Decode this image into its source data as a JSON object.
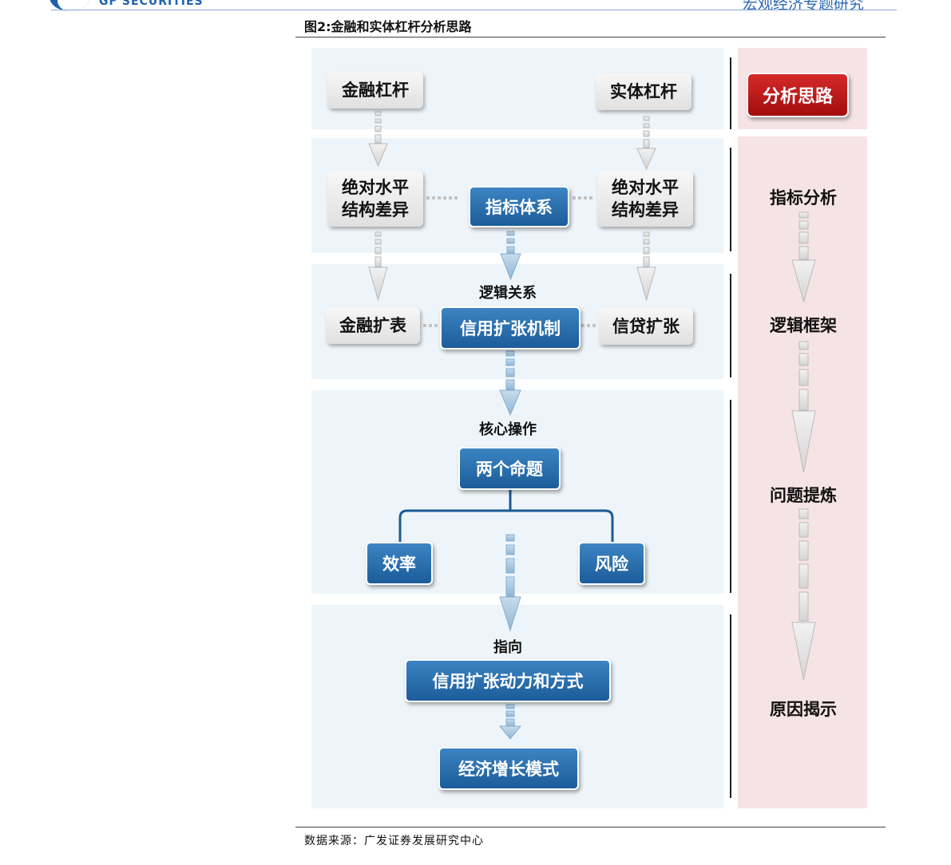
{
  "header": {
    "logo_text": "GF SECURITIES",
    "report_type": "宏观经济专题研究"
  },
  "figure": {
    "title": "图2:金融和实体杠杆分析思路",
    "source": "数据来源：广发证券发展研究中心"
  },
  "diagram": {
    "top_left": "金融杠杆",
    "top_right": "实体杠杆",
    "abs_left_line1": "绝对水平",
    "abs_left_line2": "结构差异",
    "abs_right_line1": "绝对水平",
    "abs_right_line2": "结构差异",
    "indicator_system": "指标体系",
    "logic_label": "逻辑关系",
    "fin_expansion": "金融扩表",
    "credit_mechanism": "信用扩张机制",
    "credit_growth": "信贷扩张",
    "core_label": "核心操作",
    "two_props": "两个命题",
    "efficiency": "效率",
    "risk": "风险",
    "point_label": "指向",
    "credit_drive": "信用扩张动力和方式",
    "growth_model": "经济增长模式"
  },
  "side": {
    "badge": "分析思路",
    "step1": "指标分析",
    "step2": "逻辑框架",
    "step3": "问题提炼",
    "step4": "原因揭示"
  },
  "colors": {
    "blue_box": "#2b6fae",
    "red_box": "#bf1b1b",
    "panel_bg": "#eef5fa",
    "side_bg": "#f6e3e5"
  }
}
